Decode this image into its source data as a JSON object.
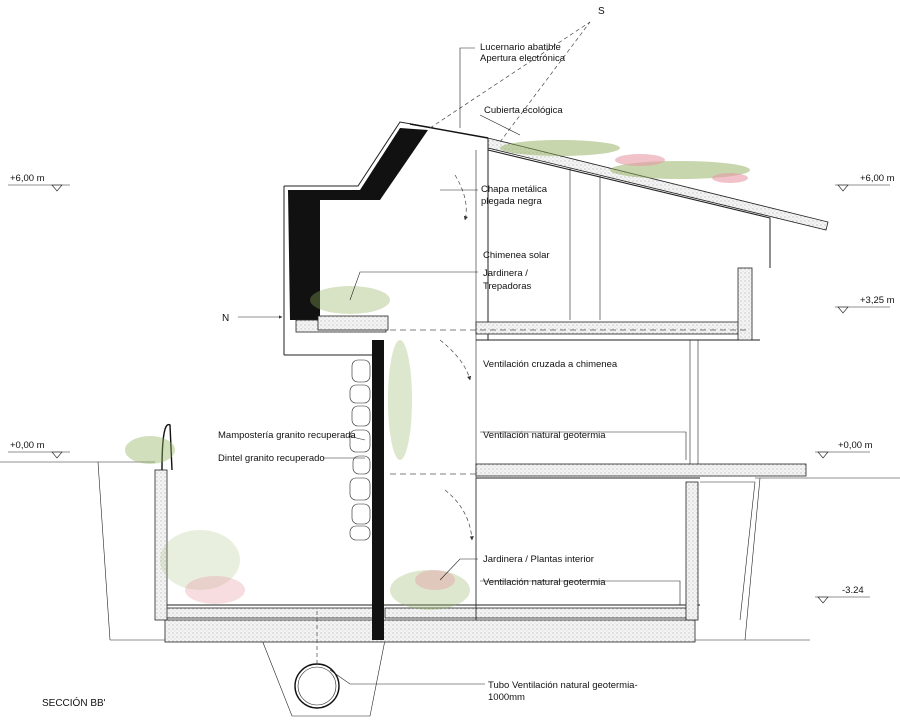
{
  "title": "SECCIÓN BB'",
  "compass": {
    "south": "S",
    "north": "N"
  },
  "levels": {
    "l600": "+6,00 m",
    "l325": "+3,25 m",
    "l000": "+0,00 m",
    "lm324": "-3.24"
  },
  "annotations": [
    {
      "id": "lucernario",
      "lines": [
        "Lucernario abatible",
        "Apertura electrónica"
      ]
    },
    {
      "id": "cubierta",
      "lines": [
        "Cubierta ecológica"
      ]
    },
    {
      "id": "chapa",
      "lines": [
        "Chapa metálica",
        "plegada negra"
      ]
    },
    {
      "id": "chimenea",
      "lines": [
        "Chimenea solar"
      ]
    },
    {
      "id": "jardinera_trep",
      "lines": [
        "Jardinera /",
        "Trepadoras"
      ]
    },
    {
      "id": "vent_cruzada",
      "lines": [
        "Ventilación cruzada a chimenea"
      ]
    },
    {
      "id": "vent_geo1",
      "lines": [
        "Ventilación natural geotermia"
      ]
    },
    {
      "id": "jardinera_int",
      "lines": [
        "Jardinera / Plantas interior"
      ]
    },
    {
      "id": "vent_geo2",
      "lines": [
        "Ventilación natural geotermia"
      ]
    },
    {
      "id": "mamposteria",
      "lines": [
        "Mampostería granito recuperada"
      ]
    },
    {
      "id": "dintel",
      "lines": [
        "Dintel granito recuperado"
      ]
    },
    {
      "id": "tubo",
      "lines": [
        "Tubo Ventilación natural geotermia-",
        "1000mm"
      ]
    }
  ],
  "colors": {
    "line": "#222222",
    "wall_black": "#111111",
    "plant_green": "#8fae5a",
    "plant_pink": "#e79aa6"
  }
}
